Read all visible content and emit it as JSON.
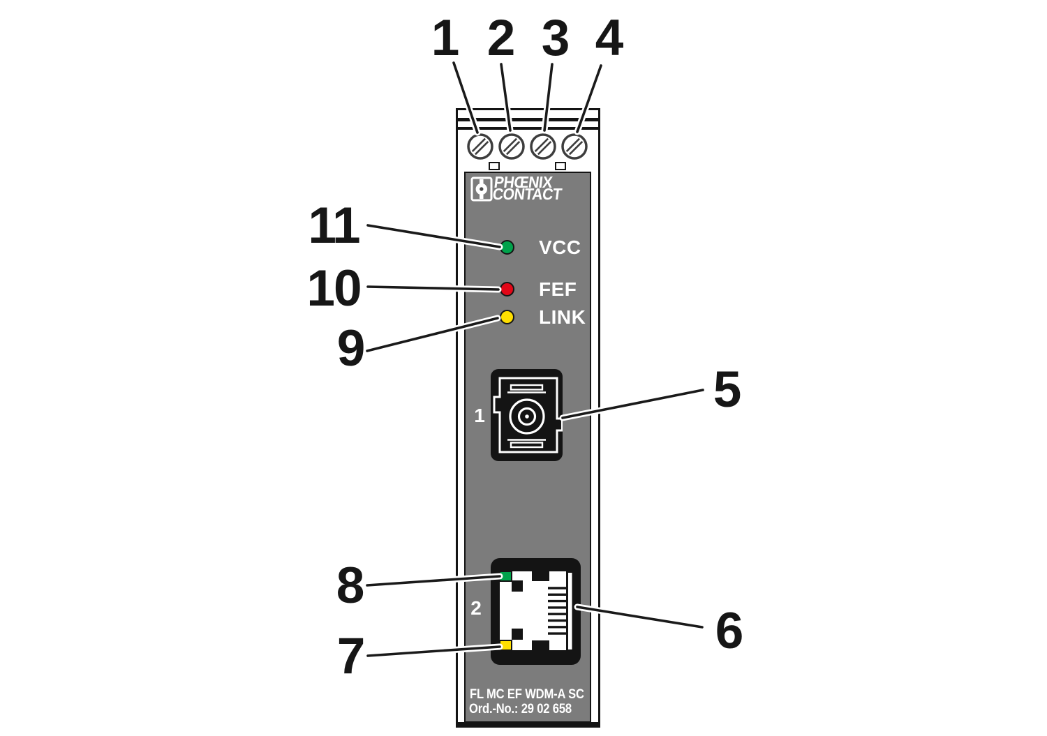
{
  "device": {
    "body_color": "#7c7c7c",
    "frame_color": "#141414",
    "brand": {
      "name_line1": "PHŒNIX",
      "name_line2": "CONTACT"
    },
    "terminal": {
      "screw_count": 4
    },
    "status_leds": [
      {
        "label": "VCC",
        "color": "#00a24b"
      },
      {
        "label": "FEF",
        "color": "#e30617"
      },
      {
        "label": "LINK",
        "color": "#ffdf00"
      }
    ],
    "ports": [
      {
        "number": "1"
      },
      {
        "number": "2"
      }
    ],
    "rj45_leds": [
      {
        "position": "top",
        "color": "#00a24b"
      },
      {
        "position": "bottom",
        "color": "#ffdf00"
      }
    ],
    "nameplate": {
      "line1": "FL MC EF WDM-A SC",
      "line2": "Ord.-No.: 29 02 658"
    }
  },
  "callouts": [
    {
      "label": "1"
    },
    {
      "label": "2"
    },
    {
      "label": "3"
    },
    {
      "label": "4"
    },
    {
      "label": "5"
    },
    {
      "label": "6"
    },
    {
      "label": "7"
    },
    {
      "label": "8"
    },
    {
      "label": "9"
    },
    {
      "label": "10"
    },
    {
      "label": "11"
    }
  ]
}
